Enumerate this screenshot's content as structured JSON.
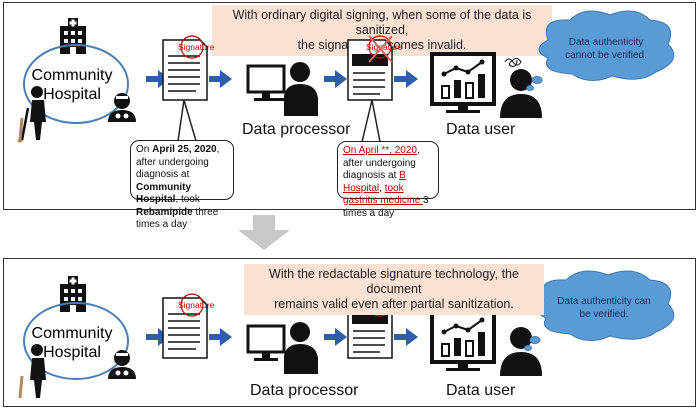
{
  "top": {
    "banner": [
      "With ordinary digital signing, when some of the data is sanitized,",
      "the signature becomes invalid."
    ],
    "hospital": [
      "Community",
      "Hospital"
    ],
    "doc_signature": "Signature",
    "processor": "Data processor",
    "user": "Data user",
    "cloud": [
      "Data authenticity",
      "cannot be verified."
    ],
    "callout_left": {
      "p1": "On ",
      "date": "April 25, 2020",
      "p2": ", after undergoing diagnosis at ",
      "hospital": "Community Hospital",
      "p3": ", took ",
      "drug": "Rebamipide",
      "p4": " three times a day"
    },
    "callout_right": {
      "date": "On April **, 2020",
      "p1": ", after undergoing diagnosis at ",
      "hospital": "B Hospital",
      "p2": ", ",
      "drug": "took gastritis medicine ",
      "p3": "3 times a day"
    }
  },
  "bottom": {
    "banner": [
      "With the redactable signature technology, the document",
      "remains valid even after partial sanitization."
    ],
    "hospital": [
      "Community",
      "Hospital"
    ],
    "doc_signature": "Signature",
    "processor": "Data processor",
    "user": "Data user",
    "cloud": [
      "Data authenticity can",
      "be verified."
    ]
  },
  "colors": {
    "arrow": "#2e5fa6",
    "cloud": "#5b9bd5",
    "ellipse": "#4a7fb5",
    "stamp": "#c00000",
    "banner": "#fbe1d4",
    "down_arrow": "#c8c8c8"
  }
}
